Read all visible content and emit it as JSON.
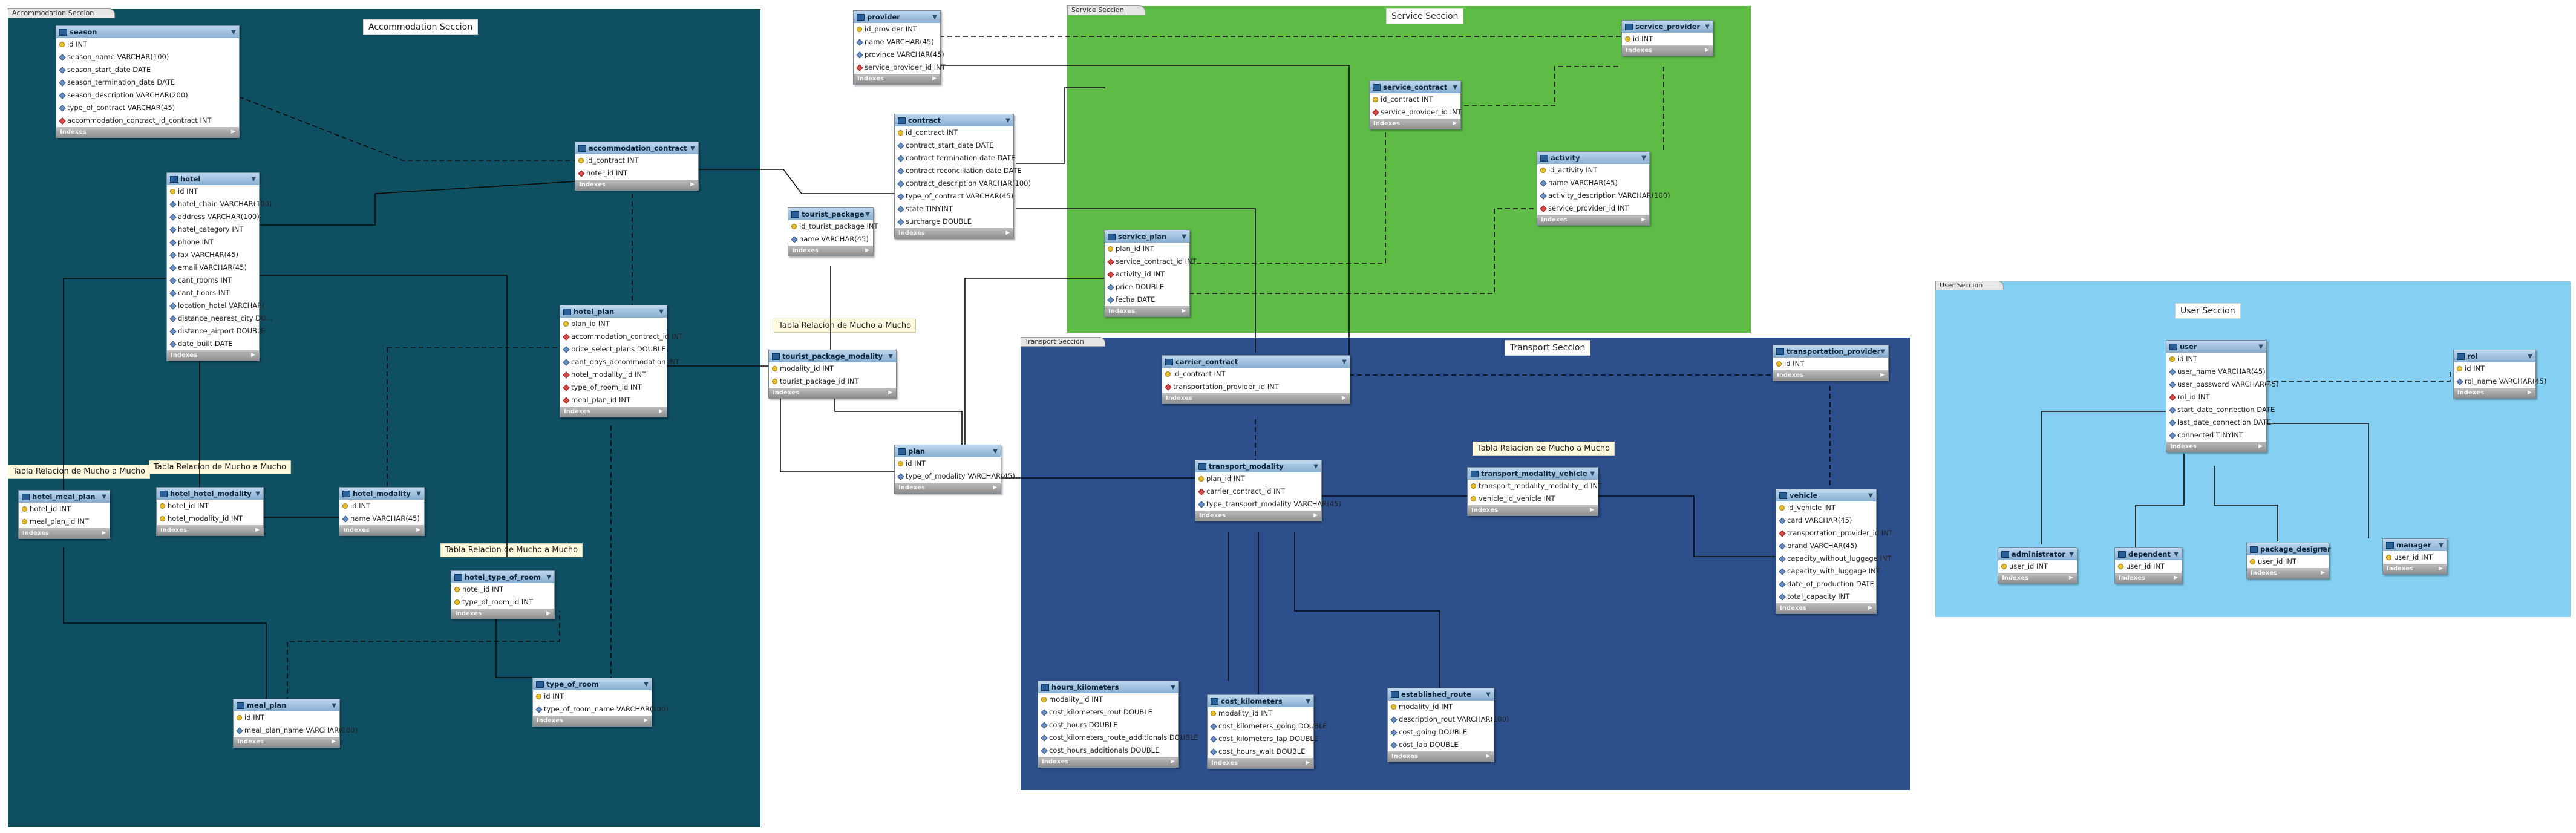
{
  "regions": [
    {
      "id": "accommodation",
      "tab": "Accommodation Seccion",
      "label": "Accommodation Seccion",
      "color": "#0f4f62"
    },
    {
      "id": "service",
      "tab": "Service Seccion",
      "label": "Service Seccion",
      "color": "#5dbb46"
    },
    {
      "id": "transport",
      "tab": "Transport Seccion",
      "label": "Transport Seccion",
      "color": "#2d4f8b"
    },
    {
      "id": "user",
      "tab": "User Seccion",
      "label": "User Seccion",
      "color": "#85d0f2"
    }
  ],
  "notes": [
    "Tabla Relacion de Mucho a Mucho",
    "Tabla Relacion de Mucho a Mucho",
    "Tabla Relacion de Mucho a Mucho",
    "Tabla Relacion de Mucho a Mucho",
    "Tabla Relacion de Mucho a Mucho"
  ],
  "footer_label": "Indexes",
  "entities": {
    "season": {
      "title": "season",
      "fields": [
        {
          "t": "id INT",
          "k": "pk"
        },
        {
          "t": "season_name VARCHAR(100)",
          "k": "col"
        },
        {
          "t": "season_start_date DATE",
          "k": "col"
        },
        {
          "t": "season_termination_date DATE",
          "k": "col"
        },
        {
          "t": "season_description VARCHAR(200)",
          "k": "col"
        },
        {
          "t": "type_of_contract VARCHAR(45)",
          "k": "col"
        },
        {
          "t": "accommodation_contract_id_contract INT",
          "k": "fk"
        }
      ]
    },
    "hotel": {
      "title": "hotel",
      "fields": [
        {
          "t": "id INT",
          "k": "pk"
        },
        {
          "t": "hotel_chain VARCHAR(100)",
          "k": "col"
        },
        {
          "t": "address VARCHAR(100)",
          "k": "col"
        },
        {
          "t": "hotel_category INT",
          "k": "col"
        },
        {
          "t": "phone INT",
          "k": "col"
        },
        {
          "t": "fax VARCHAR(45)",
          "k": "col"
        },
        {
          "t": "email VARCHAR(45)",
          "k": "col"
        },
        {
          "t": "cant_rooms INT",
          "k": "col"
        },
        {
          "t": "cant_floors INT",
          "k": "col"
        },
        {
          "t": "location_hotel VARCHAR(",
          "k": "col"
        },
        {
          "t": "distance_nearest_city DO...",
          "k": "col"
        },
        {
          "t": "distance_airport DOUBLE",
          "k": "col"
        },
        {
          "t": "date_built DATE",
          "k": "col"
        }
      ]
    },
    "accommodation_contract": {
      "title": "accommodation_contract",
      "fields": [
        {
          "t": "id_contract INT",
          "k": "pk"
        },
        {
          "t": "hotel_id INT",
          "k": "fk"
        }
      ]
    },
    "hotel_plan": {
      "title": "hotel_plan",
      "fields": [
        {
          "t": "plan_id INT",
          "k": "pk"
        },
        {
          "t": "accommodation_contract_id INT",
          "k": "fk"
        },
        {
          "t": "price_select_plans DOUBLE",
          "k": "col"
        },
        {
          "t": "cant_days_accommodation INT",
          "k": "col"
        },
        {
          "t": "hotel_modality_id INT",
          "k": "fk"
        },
        {
          "t": "type_of_room_id INT",
          "k": "fk"
        },
        {
          "t": "meal_plan_id INT",
          "k": "fk"
        }
      ]
    },
    "hotel_meal_plan": {
      "title": "hotel_meal_plan",
      "fields": [
        {
          "t": "hotel_id INT",
          "k": "pk"
        },
        {
          "t": "meal_plan_id INT",
          "k": "pk"
        }
      ]
    },
    "hotel_hotel_modality": {
      "title": "hotel_hotel_modality",
      "fields": [
        {
          "t": "hotel_id INT",
          "k": "pk"
        },
        {
          "t": "hotel_modality_id INT",
          "k": "pk"
        }
      ]
    },
    "hotel_modality": {
      "title": "hotel_modality",
      "fields": [
        {
          "t": "id INT",
          "k": "pk"
        },
        {
          "t": "name VARCHAR(45)",
          "k": "col"
        }
      ]
    },
    "hotel_type_of_room": {
      "title": "hotel_type_of_room",
      "fields": [
        {
          "t": "hotel_id INT",
          "k": "pk"
        },
        {
          "t": "type_of_room_id INT",
          "k": "pk"
        }
      ]
    },
    "type_of_room": {
      "title": "type_of_room",
      "fields": [
        {
          "t": "id INT",
          "k": "pk"
        },
        {
          "t": "type_of_room_name VARCHAR(100)",
          "k": "col"
        }
      ]
    },
    "meal_plan": {
      "title": "meal_plan",
      "fields": [
        {
          "t": "id INT",
          "k": "pk"
        },
        {
          "t": "meal_plan_name VARCHAR(100)",
          "k": "col"
        }
      ]
    },
    "provider": {
      "title": "provider",
      "fields": [
        {
          "t": "id_provider INT",
          "k": "pk"
        },
        {
          "t": "name VARCHAR(45)",
          "k": "col"
        },
        {
          "t": "province VARCHAR(45)",
          "k": "col"
        },
        {
          "t": "service_provider_id INT",
          "k": "fk"
        }
      ]
    },
    "contract": {
      "title": "contract",
      "fields": [
        {
          "t": "id_contract INT",
          "k": "pk"
        },
        {
          "t": "contract_start_date DATE",
          "k": "col"
        },
        {
          "t": "contract termination date DATE",
          "k": "col"
        },
        {
          "t": "contract reconciliation date DATE",
          "k": "col"
        },
        {
          "t": "contract_description VARCHAR(100)",
          "k": "col"
        },
        {
          "t": "type_of_contract VARCHAR(45)",
          "k": "col"
        },
        {
          "t": "state TINYINT",
          "k": "col"
        },
        {
          "t": "surcharge DOUBLE",
          "k": "col"
        }
      ]
    },
    "tourist_package": {
      "title": "tourist_package",
      "fields": [
        {
          "t": "id_tourist_package INT",
          "k": "pk"
        },
        {
          "t": "name VARCHAR(45)",
          "k": "col"
        }
      ]
    },
    "tourist_package_modality": {
      "title": "tourist_package_modality",
      "fields": [
        {
          "t": "modality_id INT",
          "k": "pk"
        },
        {
          "t": "tourist_package_id INT",
          "k": "pk"
        }
      ]
    },
    "plan": {
      "title": "plan",
      "fields": [
        {
          "t": "id INT",
          "k": "pk"
        },
        {
          "t": "type_of_modality VARCHAR(45)",
          "k": "col"
        }
      ]
    },
    "service_plan": {
      "title": "service_plan",
      "fields": [
        {
          "t": "plan_id INT",
          "k": "pk"
        },
        {
          "t": "service_contract_id INT",
          "k": "fk"
        },
        {
          "t": "activity_id INT",
          "k": "fk"
        },
        {
          "t": "price DOUBLE",
          "k": "col"
        },
        {
          "t": "fecha DATE",
          "k": "col"
        }
      ]
    },
    "service_contract": {
      "title": "service_contract",
      "fields": [
        {
          "t": "id_contract INT",
          "k": "pk"
        },
        {
          "t": "service_provider_id INT",
          "k": "fk"
        }
      ]
    },
    "service_provider": {
      "title": "service_provider",
      "fields": [
        {
          "t": "id INT",
          "k": "pk"
        }
      ]
    },
    "activity": {
      "title": "activity",
      "fields": [
        {
          "t": "id_activity INT",
          "k": "pk"
        },
        {
          "t": "name VARCHAR(45)",
          "k": "col"
        },
        {
          "t": "activity_description VARCHAR(100)",
          "k": "col"
        },
        {
          "t": "service_provider_id INT",
          "k": "fk"
        }
      ]
    },
    "carrier_contract": {
      "title": "carrier_contract",
      "fields": [
        {
          "t": "id_contract INT",
          "k": "pk"
        },
        {
          "t": "transportation_provider_id INT",
          "k": "fk"
        }
      ]
    },
    "transportation_provider": {
      "title": "transportation_provider",
      "fields": [
        {
          "t": "id INT",
          "k": "pk"
        }
      ]
    },
    "transport_modality": {
      "title": "transport_modality",
      "fields": [
        {
          "t": "plan_id INT",
          "k": "pk"
        },
        {
          "t": "carrier_contract_id INT",
          "k": "fk"
        },
        {
          "t": "type_transport_modality VARCHAR(45)",
          "k": "col"
        }
      ]
    },
    "transport_modality_vehicle": {
      "title": "transport_modality_vehicle",
      "fields": [
        {
          "t": "transport_modality_modality_id INT",
          "k": "pk"
        },
        {
          "t": "vehicle_id_vehicle INT",
          "k": "pk"
        }
      ]
    },
    "vehicle": {
      "title": "vehicle",
      "fields": [
        {
          "t": "id_vehicle INT",
          "k": "pk"
        },
        {
          "t": "card VARCHAR(45)",
          "k": "col"
        },
        {
          "t": "transportation_provider_id INT",
          "k": "fk"
        },
        {
          "t": "brand VARCHAR(45)",
          "k": "col"
        },
        {
          "t": "capacity_without_luggage INT",
          "k": "col"
        },
        {
          "t": "capacity_with_luggage INT",
          "k": "col"
        },
        {
          "t": "date_of_production DATE",
          "k": "col"
        },
        {
          "t": "total_capacity INT",
          "k": "col"
        }
      ]
    },
    "hours_kilometers": {
      "title": "hours_kilometers",
      "fields": [
        {
          "t": "modality_id INT",
          "k": "pk"
        },
        {
          "t": "cost_kilometers_rout DOUBLE",
          "k": "col"
        },
        {
          "t": "cost_hours DOUBLE",
          "k": "col"
        },
        {
          "t": "cost_kilometers_route_additionals DOUBLE",
          "k": "col"
        },
        {
          "t": "cost_hours_additionals DOUBLE",
          "k": "col"
        }
      ]
    },
    "cost_kilometers": {
      "title": "cost_kilometers",
      "fields": [
        {
          "t": "modality_id INT",
          "k": "pk"
        },
        {
          "t": "cost_kilometers_going DOUBLE",
          "k": "col"
        },
        {
          "t": "cost_kilometers_lap DOUBLE",
          "k": "col"
        },
        {
          "t": "cost_hours_wait DOUBLE",
          "k": "col"
        }
      ]
    },
    "established_route": {
      "title": "established_route",
      "fields": [
        {
          "t": "modality_id INT",
          "k": "pk"
        },
        {
          "t": "description_rout VARCHAR(100)",
          "k": "col"
        },
        {
          "t": "cost_going DOUBLE",
          "k": "col"
        },
        {
          "t": "cost_lap DOUBLE",
          "k": "col"
        }
      ]
    },
    "user": {
      "title": "user",
      "fields": [
        {
          "t": "id INT",
          "k": "pk"
        },
        {
          "t": "user_name VARCHAR(45)",
          "k": "col"
        },
        {
          "t": "user_password VARCHAR(45)",
          "k": "col"
        },
        {
          "t": "rol_id INT",
          "k": "fk"
        },
        {
          "t": "start_date_connection DATE",
          "k": "col"
        },
        {
          "t": "last_date_connection DATE",
          "k": "col"
        },
        {
          "t": "connected TINYINT",
          "k": "col"
        }
      ]
    },
    "rol": {
      "title": "rol",
      "fields": [
        {
          "t": "id INT",
          "k": "pk"
        },
        {
          "t": "rol_name VARCHAR(45)",
          "k": "col"
        }
      ]
    },
    "administrator": {
      "title": "administrator",
      "fields": [
        {
          "t": "user_id INT",
          "k": "pk"
        }
      ]
    },
    "dependent": {
      "title": "dependent",
      "fields": [
        {
          "t": "user_id INT",
          "k": "pk"
        }
      ]
    },
    "package_designer": {
      "title": "package_designer",
      "fields": [
        {
          "t": "user_id INT",
          "k": "pk"
        }
      ]
    },
    "manager": {
      "title": "manager",
      "fields": [
        {
          "t": "user_id INT",
          "k": "pk"
        }
      ]
    }
  }
}
